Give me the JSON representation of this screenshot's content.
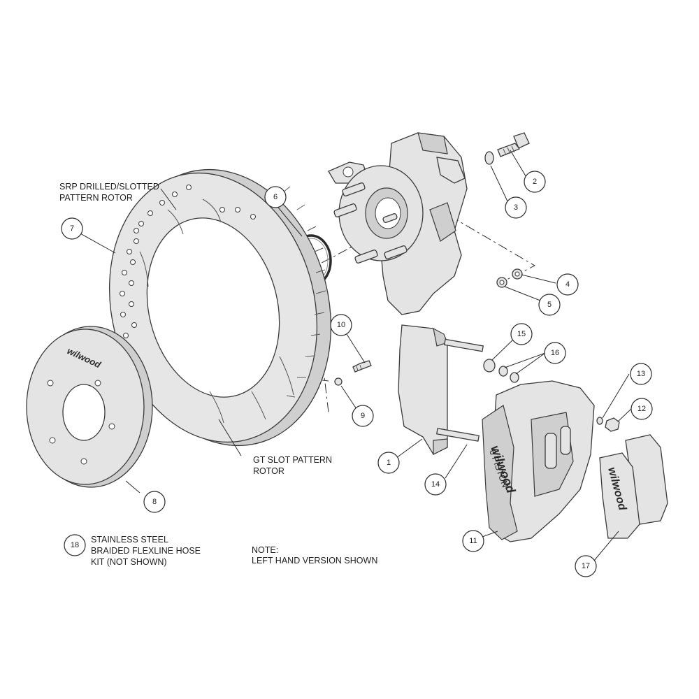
{
  "labels": {
    "srp_line1": "SRP DRILLED/SLOTTED",
    "srp_line2": "PATTERN ROTOR",
    "gt_line1": "GT SLOT PATTERN",
    "gt_line2": "ROTOR",
    "note_line1": "NOTE:",
    "note_line2": "LEFT HAND VERSION SHOWN",
    "hose_line1": "STAINLESS STEEL",
    "hose_line2": "BRAIDED FLEXLINE HOSE",
    "hose_line3": "KIT (NOT SHOWN)"
  },
  "callouts": {
    "c1": "1",
    "c2": "2",
    "c3": "3",
    "c4": "4",
    "c5": "5",
    "c6": "6",
    "c7": "7",
    "c8": "8",
    "c9": "9",
    "c10": "10",
    "c11": "11",
    "c12": "12",
    "c13": "13",
    "c14": "14",
    "c15": "15",
    "c16": "16",
    "c17": "17",
    "c18": "18"
  },
  "logos": {
    "hat_logo": "wilwood",
    "caliper_logo": "wilwood",
    "caliper_sub": "6 PISTON",
    "pad_logo": "wilwood"
  }
}
